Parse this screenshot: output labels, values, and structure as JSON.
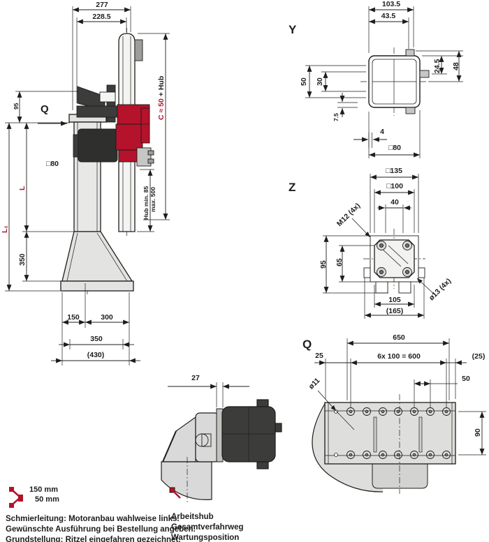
{
  "colors": {
    "ink": "#1d1d1b",
    "red": "#b5122b",
    "light_gray": "#d9d9d9",
    "dark_gray": "#3c3c3b"
  },
  "front": {
    "dim_top_outer": "277",
    "dim_top_inner": "228.5",
    "dim_right_red": "C ≈ 50",
    "dim_right_black": " + Hub",
    "dim_stroke_line1": "Hub min. 85",
    "dim_stroke_line2": "max. 500",
    "dim_left_total": "L₁",
    "dim_left_upper": "L",
    "dim_left_lower": "350",
    "dim_left_top": "95",
    "label_profile": "□80",
    "label_view_q": "Q",
    "dim_base_left": "150",
    "dim_base_right": "300",
    "dim_base_mid": "350",
    "dim_base_total": "(430)"
  },
  "section_y": {
    "label": "Y",
    "dim_width_total": "103.5",
    "dim_width_rack": "43.5",
    "dim_left_outer": "50",
    "dim_left_inner": "30",
    "dim_right_top": "24.5",
    "dim_right_side": "48",
    "dim_bottom_offset": "7.5",
    "dim_wall": "4",
    "label_profile": "□80"
  },
  "section_z": {
    "label": "Z",
    "dim_square_outer": "□135",
    "dim_square_bolts": "□100",
    "dim_inner": "40",
    "leader_thread": "M12 (4x)",
    "leader_holes": "ø13 (4x)",
    "dim_left_outer": "95",
    "dim_left_inner": "65",
    "dim_bottom": "105",
    "dim_bottom_ref": "(165)"
  },
  "section_q": {
    "label": "Q",
    "dim_total": "650",
    "dim_edge_left": "25",
    "dim_hole_pitch": "6x 100 = 600",
    "dim_edge_right": "(25)",
    "dim_pair": "50",
    "dim_row_gap": "90",
    "leader_hole": "ø11"
  },
  "side_view": {
    "dim_offset": "27"
  },
  "legend": {
    "items": [
      {
        "name": "stroke-upper-symbol",
        "value": "150 mm"
      },
      {
        "name": "stroke-lower-symbol",
        "value": "50 mm"
      }
    ]
  },
  "notes_left": {
    "line1": "Schmierleitung: Motoranbau wahlweise links.",
    "line2": "Gewünschte Ausführung bei Bestellung angeben.",
    "line3": "Grundstellung: Ritzel eingefahren gezeichnet."
  },
  "notes_right": {
    "line1": "Arbeitshub",
    "line2": "Gesamtverfahrweg",
    "line3": "Wartungsposition"
  }
}
